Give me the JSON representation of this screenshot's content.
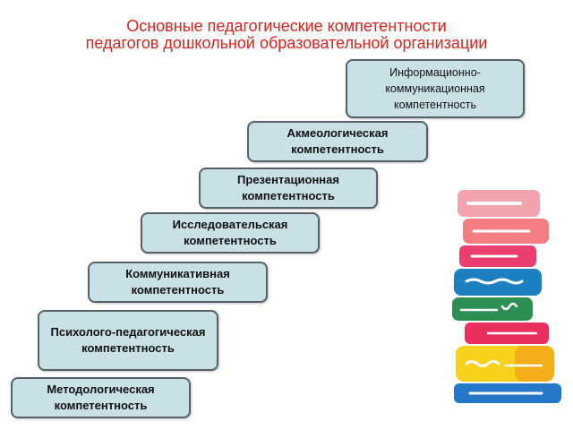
{
  "title": {
    "line1": "Основные педагогические компетентности",
    "line2": "педагогов дошкольной образовательной организации"
  },
  "steps": [
    {
      "label": "Информационно-коммуникационная компетентность"
    },
    {
      "label": "Акмеологическая компетентность"
    },
    {
      "label": "Презентационная компетентность"
    },
    {
      "label": "Исследовательская компетентность"
    },
    {
      "label": "Коммуникативная компетентность"
    },
    {
      "label": "Психолого-педагогическая компетентность"
    },
    {
      "label": "Методологическая компетентность"
    }
  ],
  "colors": {
    "title": "#e0201a",
    "box_fill": "#c9e0e6",
    "box_border": "#55606a"
  },
  "image": {
    "icon": "books-stack-icon"
  }
}
